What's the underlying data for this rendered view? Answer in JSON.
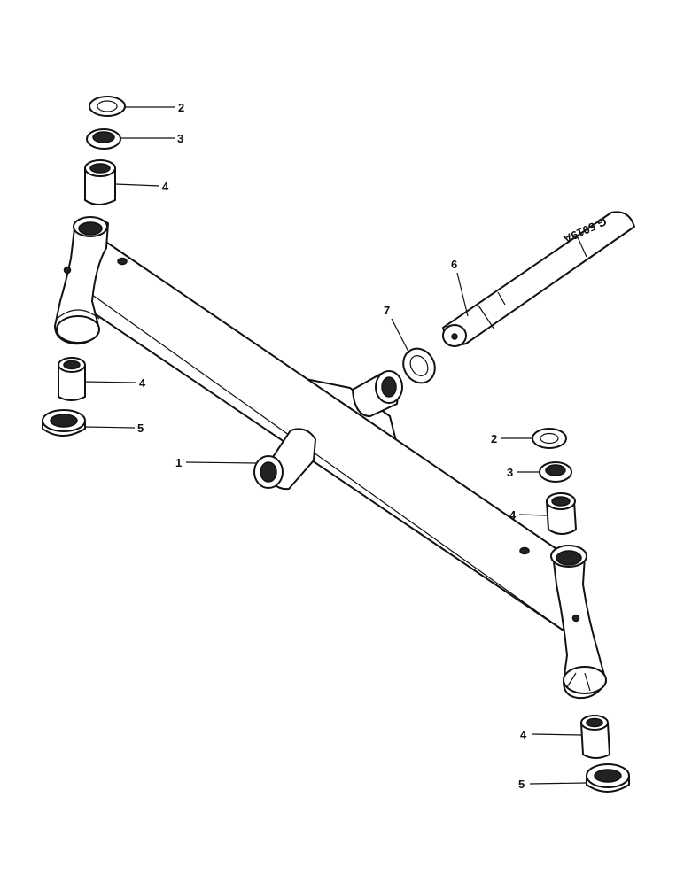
{
  "drawing_code": "G 5019A",
  "callouts": {
    "c1": "1",
    "c2a": "2",
    "c3a": "3",
    "c4a": "4",
    "c4b": "4",
    "c5a": "5",
    "c6": "6",
    "c7": "7",
    "c2b": "2",
    "c3b": "3",
    "c4c": "4",
    "c4d": "4",
    "c5b": "5"
  }
}
